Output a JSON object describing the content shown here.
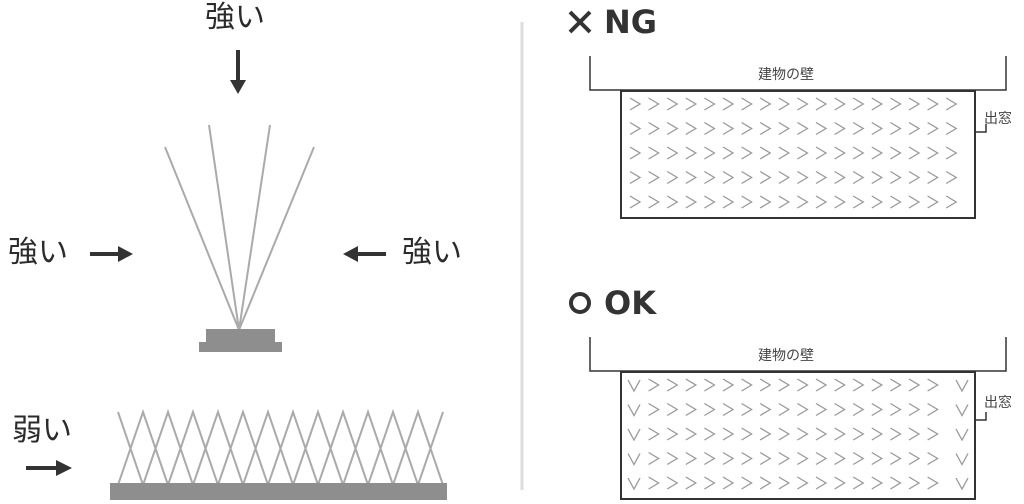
{
  "left": {
    "top_label": "強い",
    "left_label": "強い",
    "right_label": "強い",
    "weak_label": "弱い"
  },
  "right": {
    "ng": {
      "mark": "×",
      "label": "NG",
      "wall_label": "建物の壁",
      "window_label": "出窓"
    },
    "ok": {
      "mark": "○",
      "label": "OK",
      "wall_label": "建物の壁",
      "window_label": "出窓"
    }
  },
  "colors": {
    "arrow": "#333333",
    "spike": "#a8a8a8",
    "base": "#8e8e8e",
    "divider": "#dddddd",
    "outline": "#333333",
    "chevron": "#999999"
  }
}
